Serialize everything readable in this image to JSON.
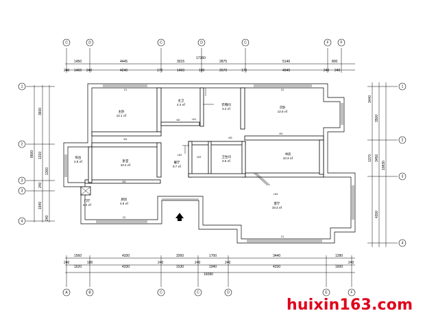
{
  "watermark": "huixin163.com",
  "top_axes": [
    "C",
    "D",
    "C",
    "D",
    "C",
    "F",
    "F"
  ],
  "bottom_axes": [
    "A",
    "B",
    "C",
    "C",
    "D",
    "E",
    "F"
  ],
  "left_axes": [
    "1",
    "2",
    "3",
    "3",
    "4"
  ],
  "right_axes": [
    "1",
    "2",
    "3",
    "4"
  ],
  "top_dims_row1": [
    "1450",
    "4445",
    "3015",
    "2875",
    "5146",
    "800"
  ],
  "top_dims_row2": [
    "240",
    "1460",
    "240",
    "4240",
    "170",
    "1460",
    "100",
    "2670",
    "170",
    "4940",
    "240",
    "240"
  ],
  "top_total": "17360",
  "bottom_dims_row1": [
    "1560",
    "4330",
    "3260",
    "1700",
    "3440",
    "1280"
  ],
  "bottom_dims_row2": [
    "240",
    "1620",
    "180",
    "4330",
    "240",
    "1530",
    "240",
    "1940",
    "240",
    "4330",
    "1600",
    "240"
  ],
  "bottom_total": "16080",
  "left_dims": [
    "3600",
    "1310",
    "1300",
    "240",
    "1940",
    "240",
    "8600"
  ],
  "right_dims": [
    "3440",
    "3500",
    "1370",
    "3450",
    "4200",
    "10830"
  ],
  "rooms": [
    {
      "name": "主卧",
      "area": "12.1 ㎡"
    },
    {
      "name": "主卫",
      "area": "4.4 ㎡"
    },
    {
      "name": "衣帽间",
      "area": "3.2 ㎡"
    },
    {
      "name": "次卧",
      "area": "12.6 ㎡"
    },
    {
      "name": "卫生间",
      "area": "3.6 ㎡"
    },
    {
      "name": "书房",
      "area": "10.3 ㎡"
    },
    {
      "name": "餐厅",
      "area": "9.7 ㎡"
    },
    {
      "name": "客厅",
      "area": "19.3 ㎡"
    },
    {
      "name": "卧室",
      "area": "10.4 ㎡"
    },
    {
      "name": "厨房",
      "area": "4.8 ㎡"
    },
    {
      "name": "阳台",
      "area": "2.8 ㎡"
    },
    {
      "name": "门厅",
      "area": "4.2 ㎡"
    }
  ],
  "tags": [
    "LD1",
    "LD2",
    "LD3",
    "LD4",
    "M1",
    "M2",
    "M3",
    "C1",
    "C2"
  ]
}
